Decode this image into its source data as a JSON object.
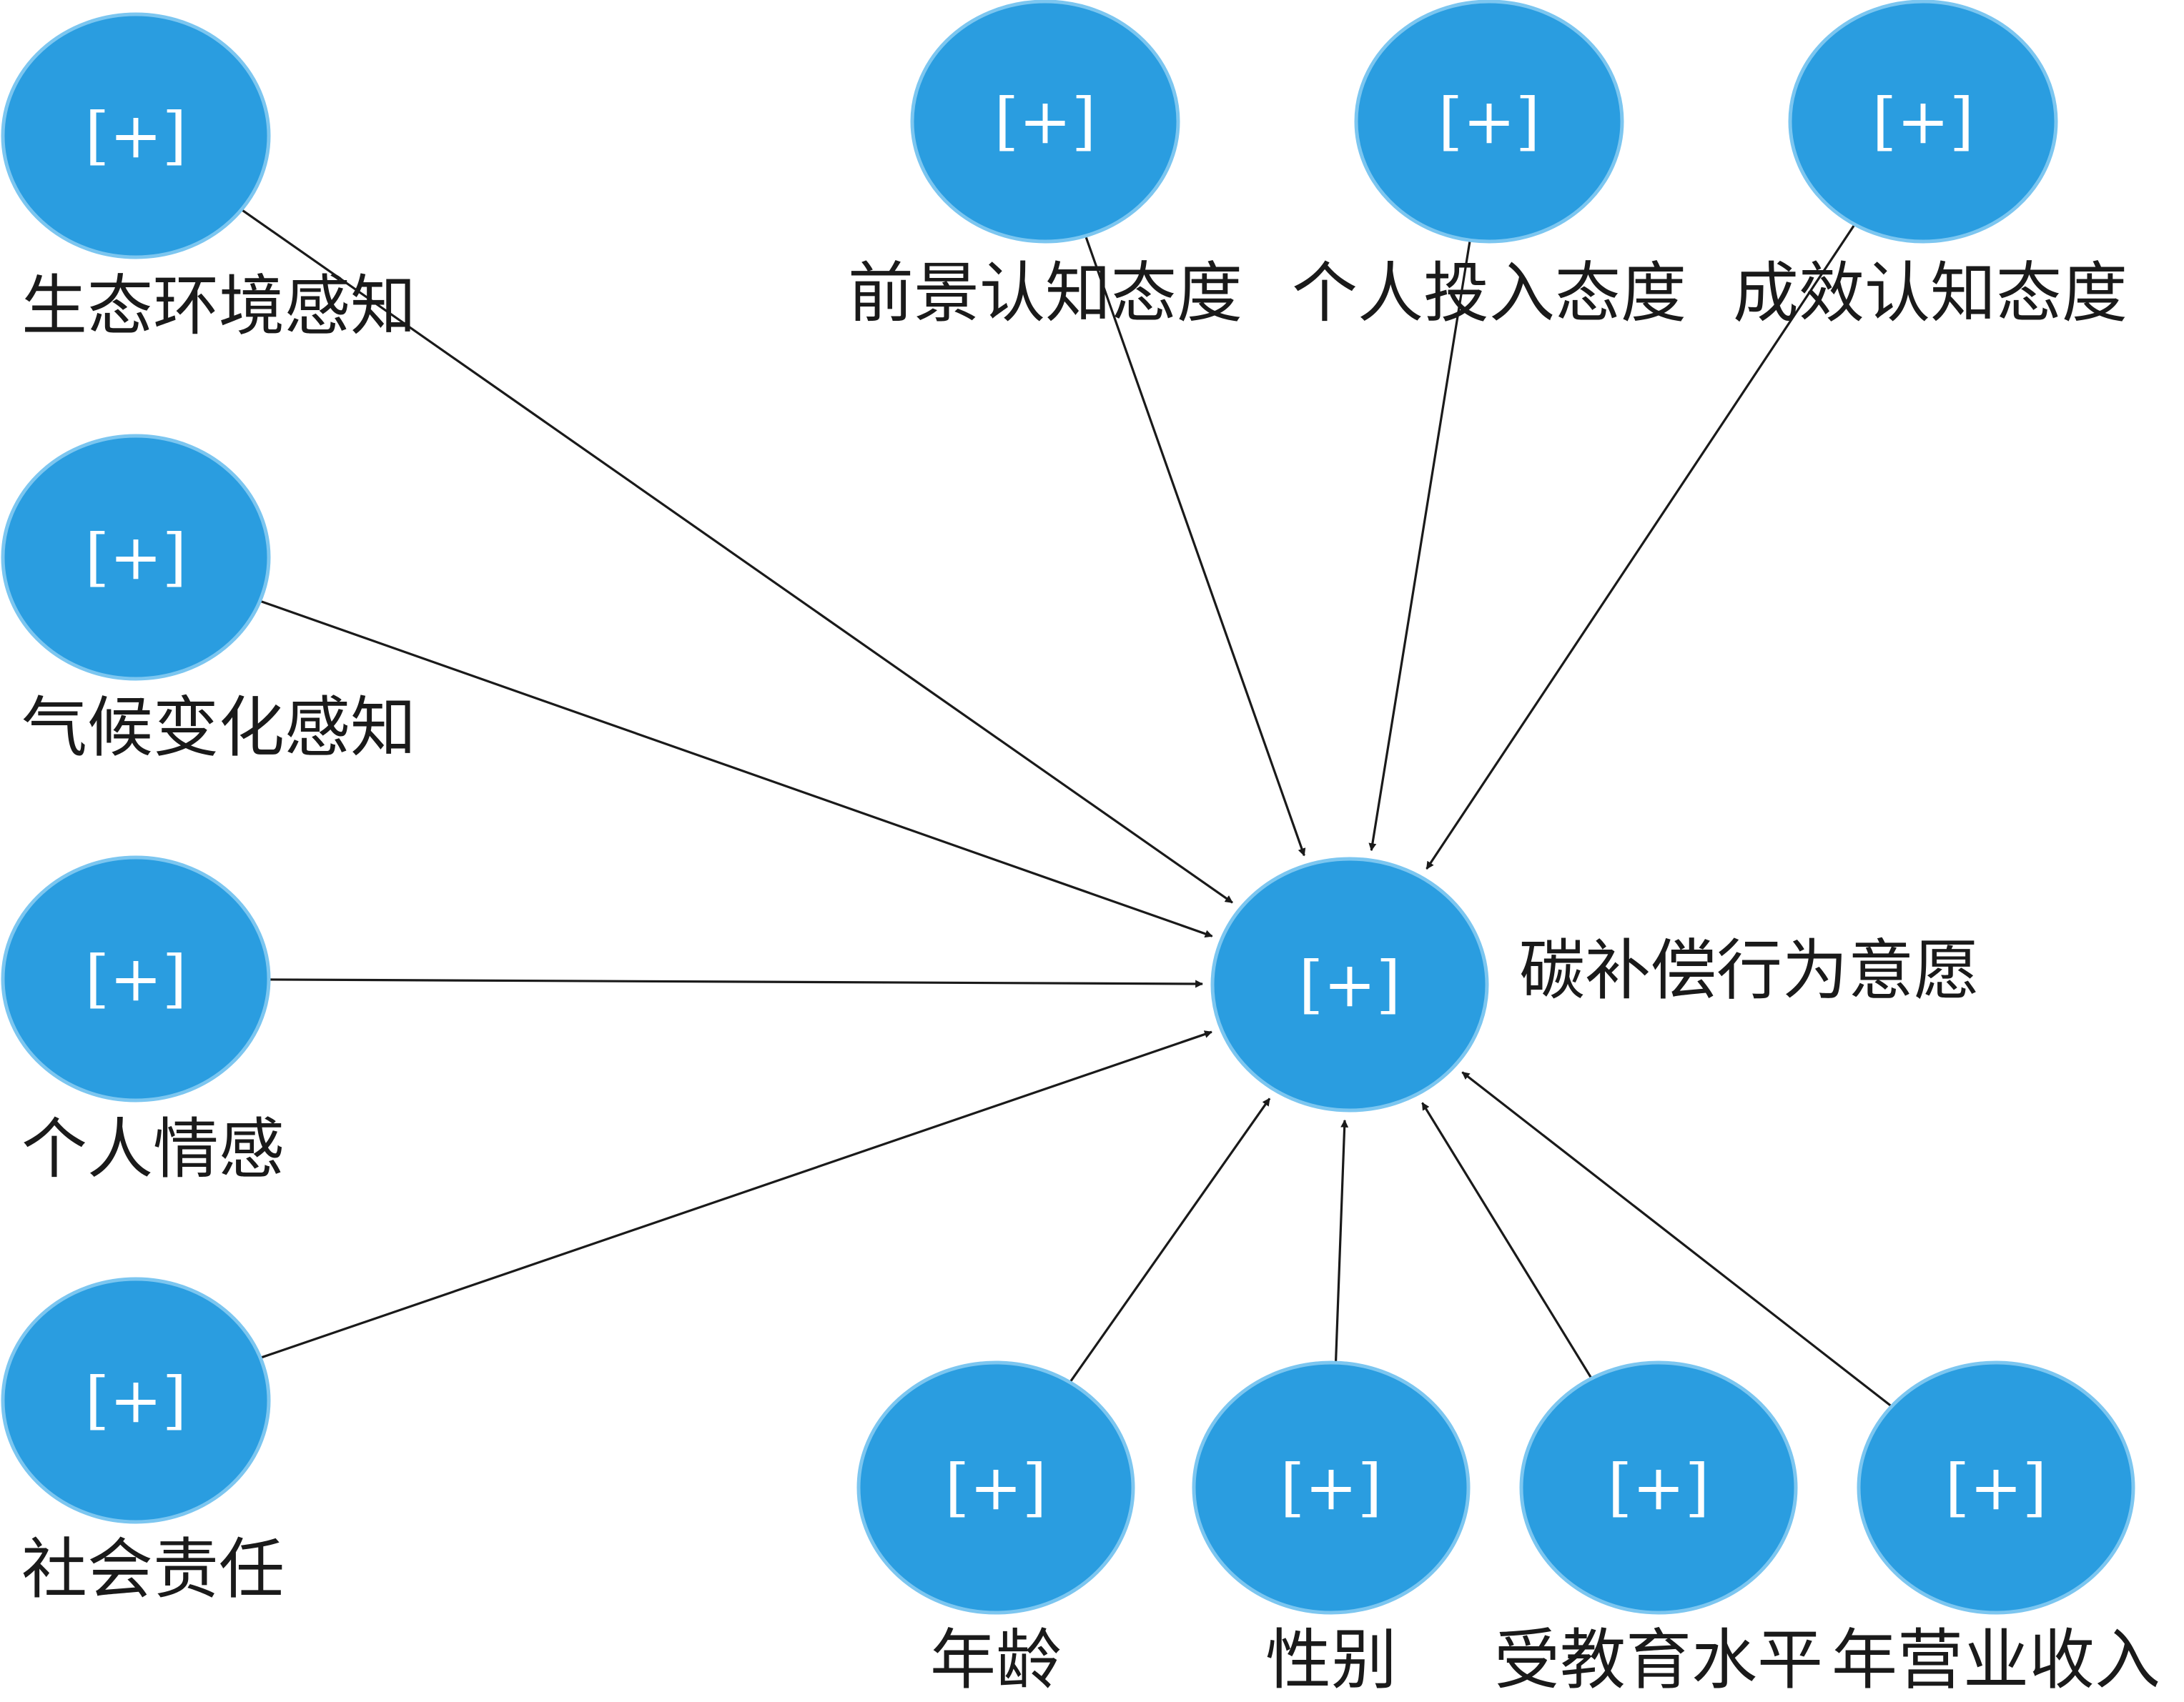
{
  "node_symbol": "[+]",
  "colors": {
    "node_fill": "#2a9de0",
    "node_stroke": "#7cc6f0",
    "edge": "#1a1a1a",
    "background": "#ffffff"
  },
  "target": {
    "id": "target",
    "label": "碳补偿行为意愿"
  },
  "nodes": [
    {
      "id": "eco",
      "label": "生态环境感知"
    },
    {
      "id": "climate",
      "label": "气候变化感知"
    },
    {
      "id": "emotion",
      "label": "个人情感"
    },
    {
      "id": "social",
      "label": "社会责任"
    },
    {
      "id": "prospect",
      "label": "前景认知态度"
    },
    {
      "id": "invest",
      "label": "个人投入态度"
    },
    {
      "id": "effect",
      "label": "成效认知态度"
    },
    {
      "id": "age",
      "label": "年龄"
    },
    {
      "id": "gender",
      "label": "性别"
    },
    {
      "id": "education",
      "label": "受教育水平"
    },
    {
      "id": "income",
      "label": "年营业收入"
    }
  ],
  "edges": [
    {
      "from": "eco",
      "to": "target"
    },
    {
      "from": "climate",
      "to": "target"
    },
    {
      "from": "emotion",
      "to": "target"
    },
    {
      "from": "social",
      "to": "target"
    },
    {
      "from": "prospect",
      "to": "target"
    },
    {
      "from": "invest",
      "to": "target"
    },
    {
      "from": "effect",
      "to": "target"
    },
    {
      "from": "age",
      "to": "target"
    },
    {
      "from": "gender",
      "to": "target"
    },
    {
      "from": "education",
      "to": "target"
    },
    {
      "from": "income",
      "to": "target"
    }
  ]
}
